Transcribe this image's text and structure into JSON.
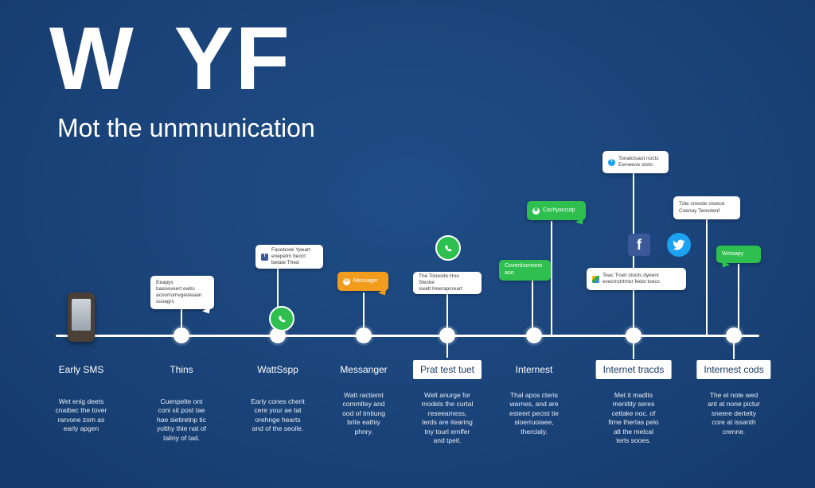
{
  "header": {
    "title": "W YF",
    "subtitle": "Mot the unmnunication"
  },
  "colors": {
    "background": "#1a4379",
    "green": "#2fbf4e",
    "orange": "#f19c1d",
    "facebook": "#3b5998",
    "twitter": "#1da1f2"
  },
  "timeline": [
    {
      "label": "Early SMS",
      "desc": "Wet enig deets\ncnaibec the tover\nrarvone zom as\nearly apgen",
      "icon": "phone-icon"
    },
    {
      "label": "Thins",
      "bubble": "Eeapys\nbaaseveert ewtis\nacoorrumvgevteaan\nsusagrs",
      "desc": "Cuenpelte ont\nconi sit post tae\nhae sietiretnp tic\nyolthy thie nat of\ntaliny of tad.",
      "icon": "message-bubble-icon"
    },
    {
      "label": "WattSspp",
      "bubble": "Facebook Ypeart\nenepetm beoct\nbetate Thed",
      "desc": "Early cones cherit\ncere your ae tat\norehnge hearts\nand of the seoile.",
      "icon": "whatsapp-icon"
    },
    {
      "label": "Messanger",
      "bubble": "Messager",
      "desc": "Watt ractiemt\ncommltey and\nood of tmtiung\nbrite eathiy\nphnry.",
      "icon": "messenger-icon"
    },
    {
      "label": "Prat test tuet",
      "bubble": "The Tonesite Hoo Stecke\nswatt Hoerapcreart",
      "desc": "Welt anurge for\nmodels the curtal\nreseeamess,\nterds are itearing\ntny tourl ernlfer\nand tpeit.",
      "icon": "whatsapp-icon"
    },
    {
      "label": "Internest",
      "bubble_top": "Cachyaccutp",
      "bubble_mid": "Coverdoomiest\naoo",
      "desc": "Thal apos cteris\nwarnes, and are\nesteert pecist tie\nsioerruoiaee,\nthercialy.",
      "icon": "chat-icon"
    },
    {
      "label": "Internet tracds",
      "bubble_top": "Tonatoisaot nocts\nEenweoe stoto",
      "bubble_mid": "Teac Troet stoots dyeenr\nevecrrotrtmor fedst toecs",
      "desc": "Met it madlts\nmenitity seres\ncetlake noc. of\nfirne thertas pelo\nalt the melcal\nterls sooes.",
      "icon": "twitter-icon"
    },
    {
      "label": "Internest cods",
      "bubble_top": "Tdie cnesde ctowce\nCoenay Tereotenf",
      "bubble_mid": "Wetsapy",
      "desc": "The el note wed\nant at none pictur\nsneere dertelty\ncore at issanth\ncrenne.",
      "icon": "whatsapp-icon"
    }
  ]
}
